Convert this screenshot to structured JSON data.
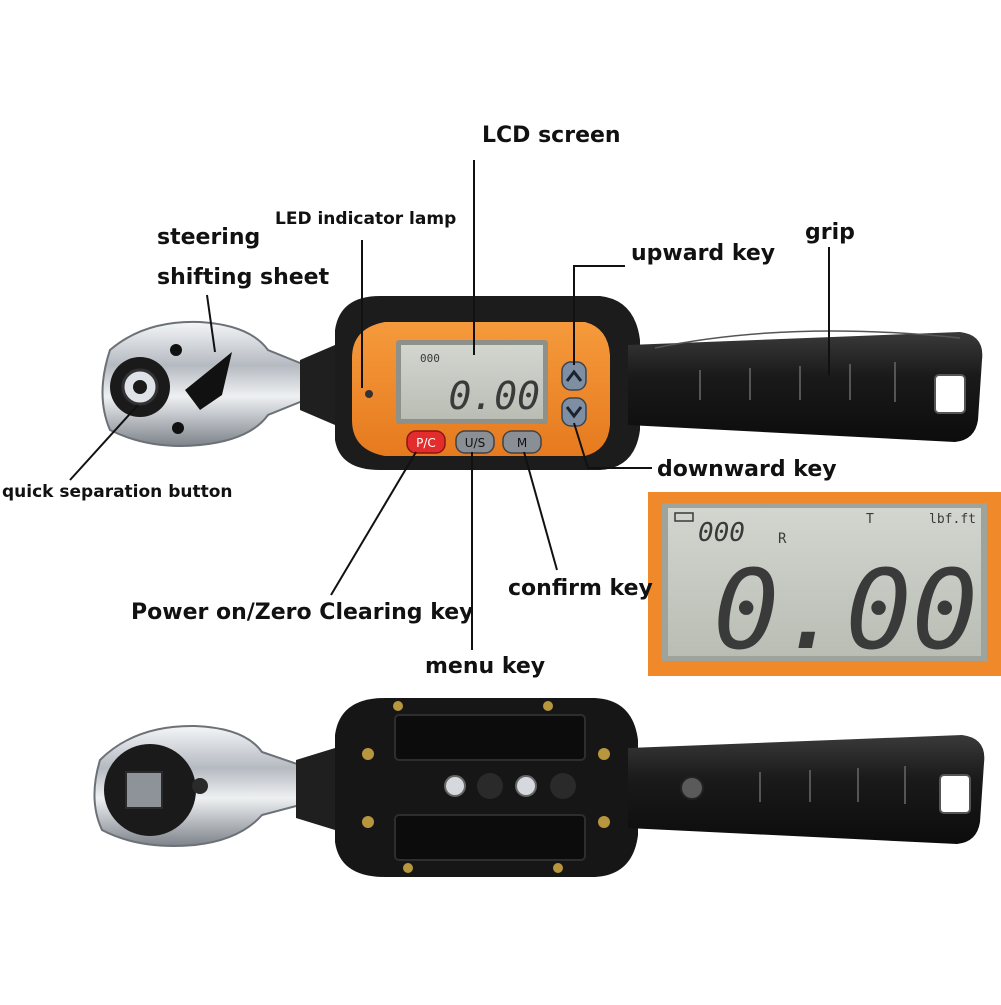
{
  "callouts": {
    "lcd_screen": "LCD screen",
    "led_indicator_lamp": "LED indicator lamp",
    "steering": "steering",
    "shifting_sheet": "shifting sheet",
    "upward_key": "upward key",
    "grip": "grip",
    "quick_separation_button": "quick separation button",
    "downward_key": "downward key",
    "confirm_key": "confirm key",
    "power_zero_key": "Power on/Zero Clearing key",
    "menu_key": "menu key"
  },
  "keys": {
    "power": "P/C",
    "unit": "U/S",
    "menu": "M"
  },
  "lcd": {
    "reading": "0.00",
    "count": "000",
    "mode": "R",
    "indicator": "T",
    "unit": "lbf.ft"
  },
  "colors": {
    "body_orange": "#f0892a",
    "body_black": "#1c1c1c",
    "lcd_bg": "#c9cdc4",
    "power_key": "#e32d2d",
    "gray_key": "#8a8f96",
    "chrome": "#cfd3d8"
  }
}
